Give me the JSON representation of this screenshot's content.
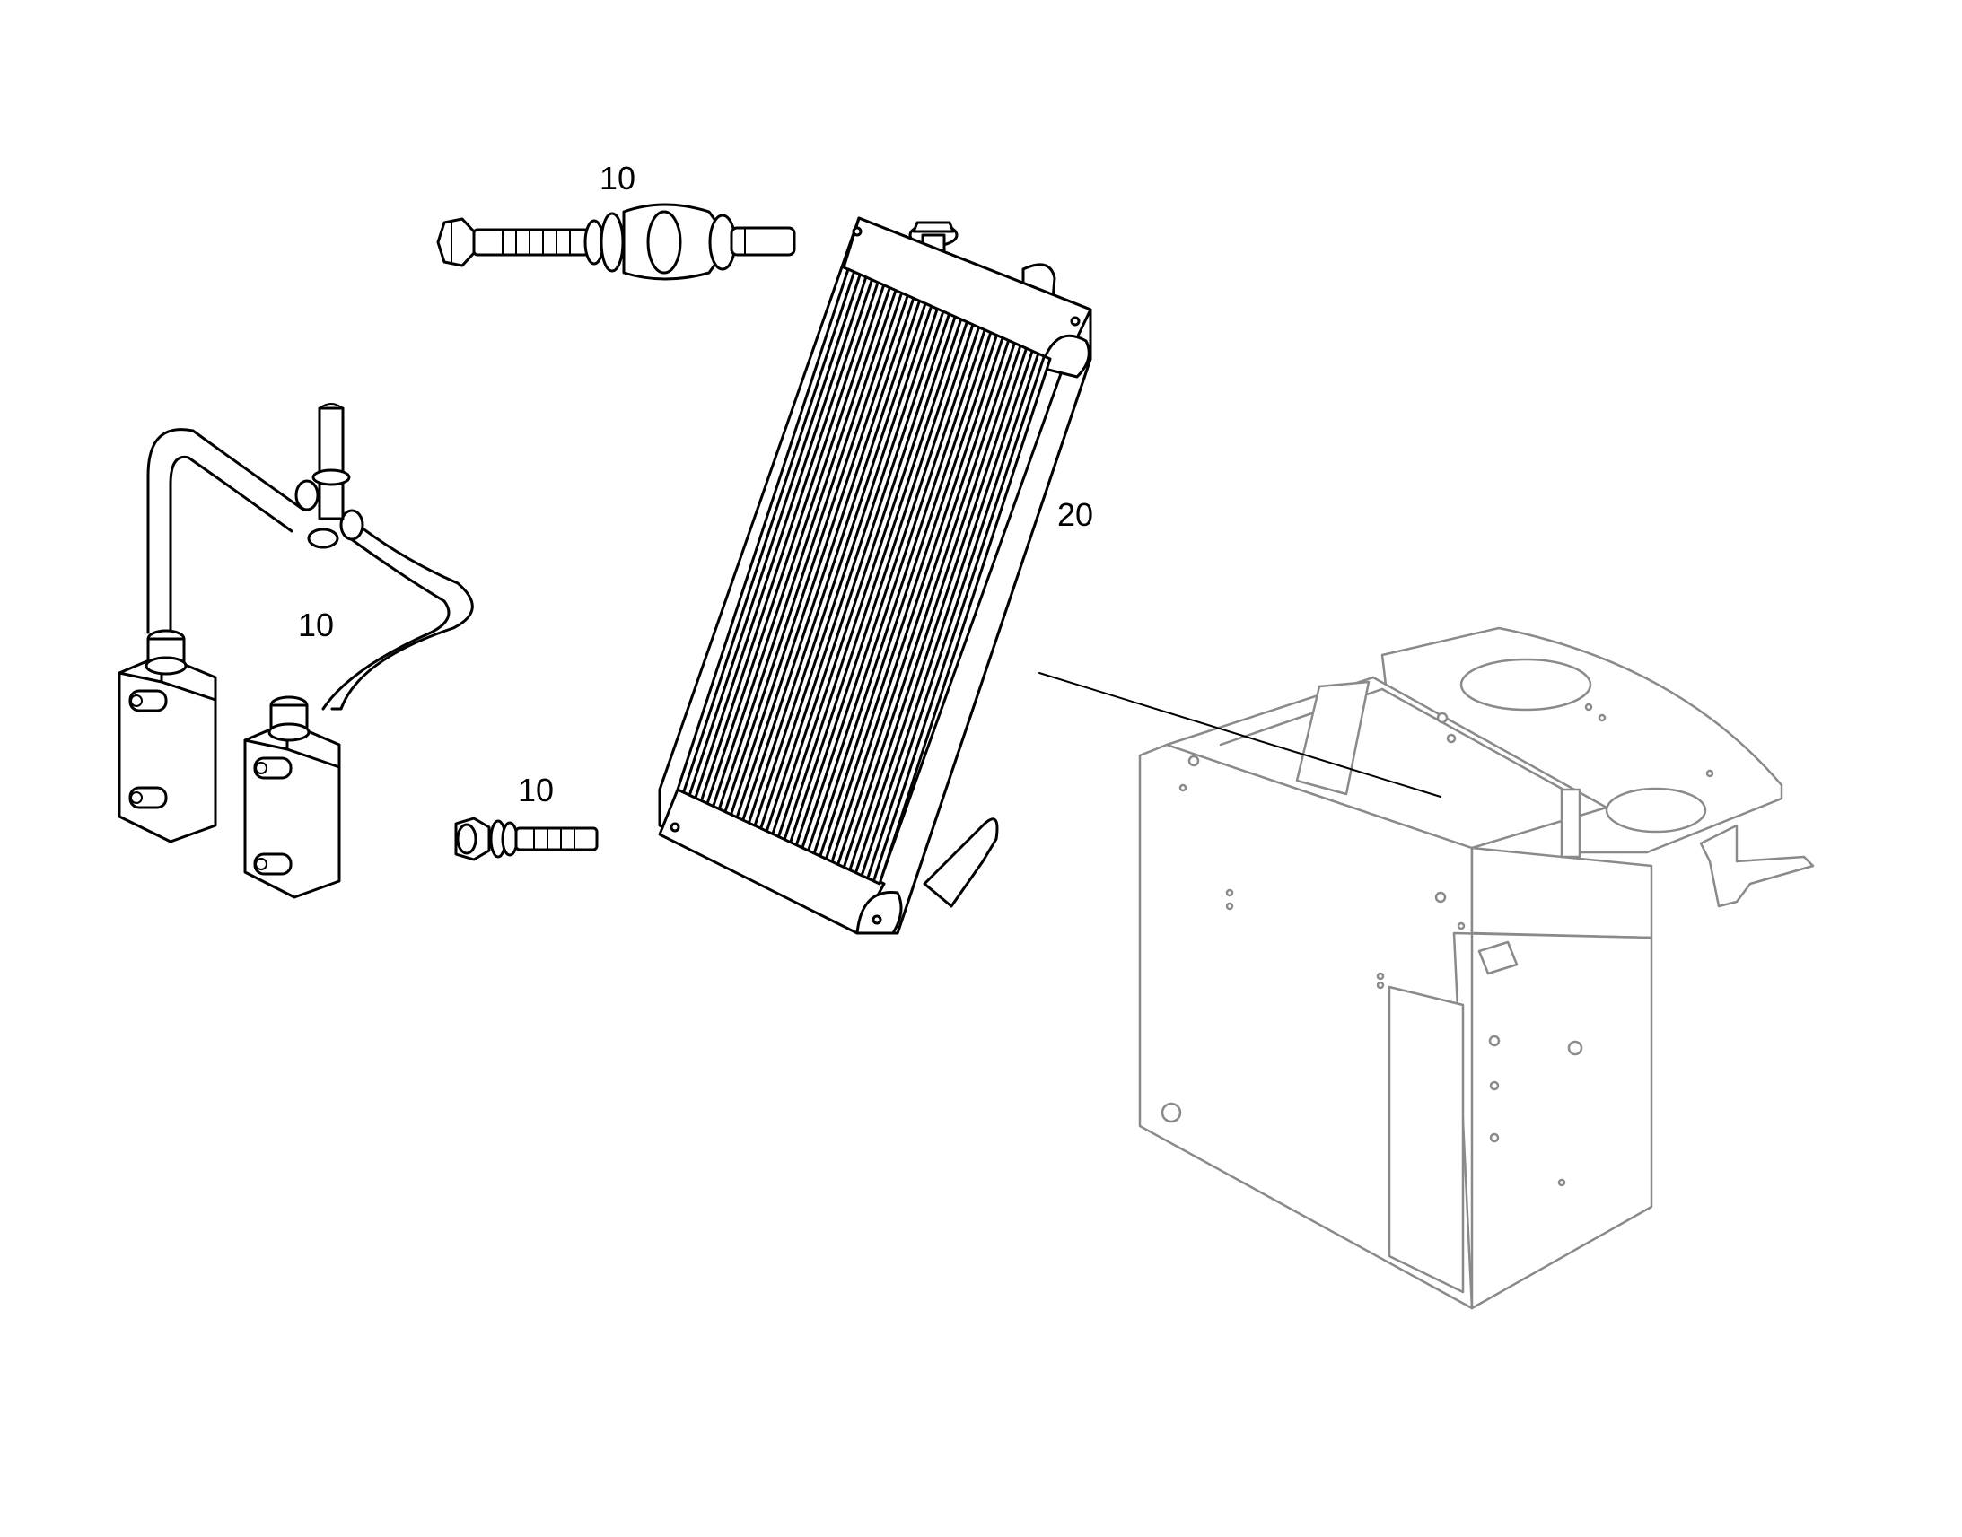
{
  "labels": {
    "bolt_top": "10",
    "hose_assembly": "10",
    "bolt_bottom": "10",
    "radiator": "20"
  }
}
